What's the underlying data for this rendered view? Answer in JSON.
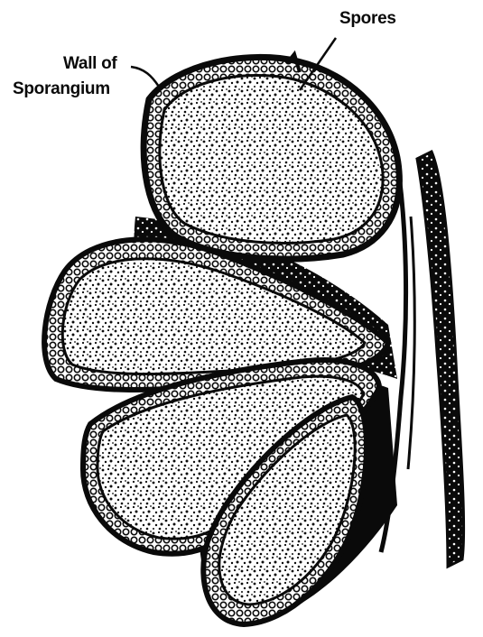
{
  "labels": {
    "spores": "Spores",
    "wall_line1": "Wall of",
    "wall_line2": "Sporangium"
  },
  "colors": {
    "ink": "#0a0a0a",
    "paper": "#ffffff"
  }
}
